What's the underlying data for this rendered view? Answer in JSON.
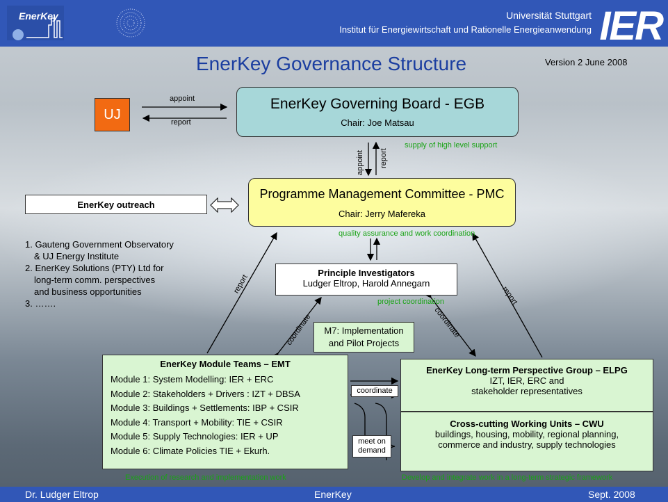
{
  "header": {
    "logo_text": "EnerKey",
    "university": "Universität Stuttgart",
    "institute": "Institut für Energiewirtschaft und Rationelle Energieanwendung",
    "brand": "IER"
  },
  "slide": {
    "title": "EnerKey Governance Structure",
    "version": "Version 2  June 2008"
  },
  "uj": {
    "label": "UJ"
  },
  "egb": {
    "title": "EnerKey Governing Board - EGB",
    "chair": "Chair: Joe Matsau",
    "note": "supply of high level support"
  },
  "arrows": {
    "appoint": "appoint",
    "report": "report",
    "appoint_v": "appoint",
    "report_v": "report",
    "report_left": "report",
    "report_right": "report",
    "coordinate_left": "coordinate",
    "coordinate_right": "coordinate",
    "coordinate_mid": "coordinate",
    "meet_on_demand": "meet on demand"
  },
  "outreach": {
    "label": "EnerKey outreach",
    "items": [
      {
        "num": "1.",
        "lines": [
          "Gauteng Government Observatory",
          "& UJ Energy Institute"
        ]
      },
      {
        "num": "2.",
        "lines": [
          "EnerKey Solutions (PTY) Ltd for",
          "long-term comm. perspectives",
          "and business opportunities"
        ]
      },
      {
        "num": "3.",
        "lines": [
          "……."
        ]
      }
    ]
  },
  "pmc": {
    "title": "Programme Management Committee - PMC",
    "chair": "Chair: Jerry Mafereka",
    "note": "quality assurance and work coordination"
  },
  "pi": {
    "title": "Principle Investigators",
    "names": "Ludger Eltrop, Harold Annegarn",
    "note": "project coordination"
  },
  "m7": {
    "line1": "M7: Implementation",
    "line2": "and Pilot Projects"
  },
  "emt": {
    "title": "EnerKey Module Teams – EMT",
    "modules": [
      "Module 1: System Modelling: IER + ERC",
      "Module 2: Stakeholders + Drivers : IZT + DBSA",
      "Module 3: Buildings + Settlements: IBP + CSIR",
      "Module 4: Transport + Mobility: TIE + CSIR",
      "Module 5: Supply Technologies: IER + UP",
      "Module 6: Climate Policies TIE + Ekurh."
    ],
    "note": "Execution of research and implementation work"
  },
  "elpg": {
    "title": "EnerKey Long-term Perspective Group – ELPG",
    "line1": "IZT, IER, ERC and",
    "line2": "stakeholder representatives"
  },
  "cwu": {
    "title": "Cross-cutting Working Units – CWU",
    "line1": "buildings, housing, mobility, regional planning,",
    "line2": "commerce and industry, supply technologies",
    "note": "Develop and integrate work in a long-term strategic framework"
  },
  "footer": {
    "author": "Dr. Ludger Eltrop",
    "center": "EnerKey",
    "date": "Sept. 2008"
  },
  "colors": {
    "header": "#3157b7",
    "uj": "#f26a12",
    "egb": "#a7d7d9",
    "pmc": "#fdfd9e",
    "module": "#d9f5d2",
    "note_green": "#1aa316",
    "title_blue": "#1b3ea0"
  }
}
